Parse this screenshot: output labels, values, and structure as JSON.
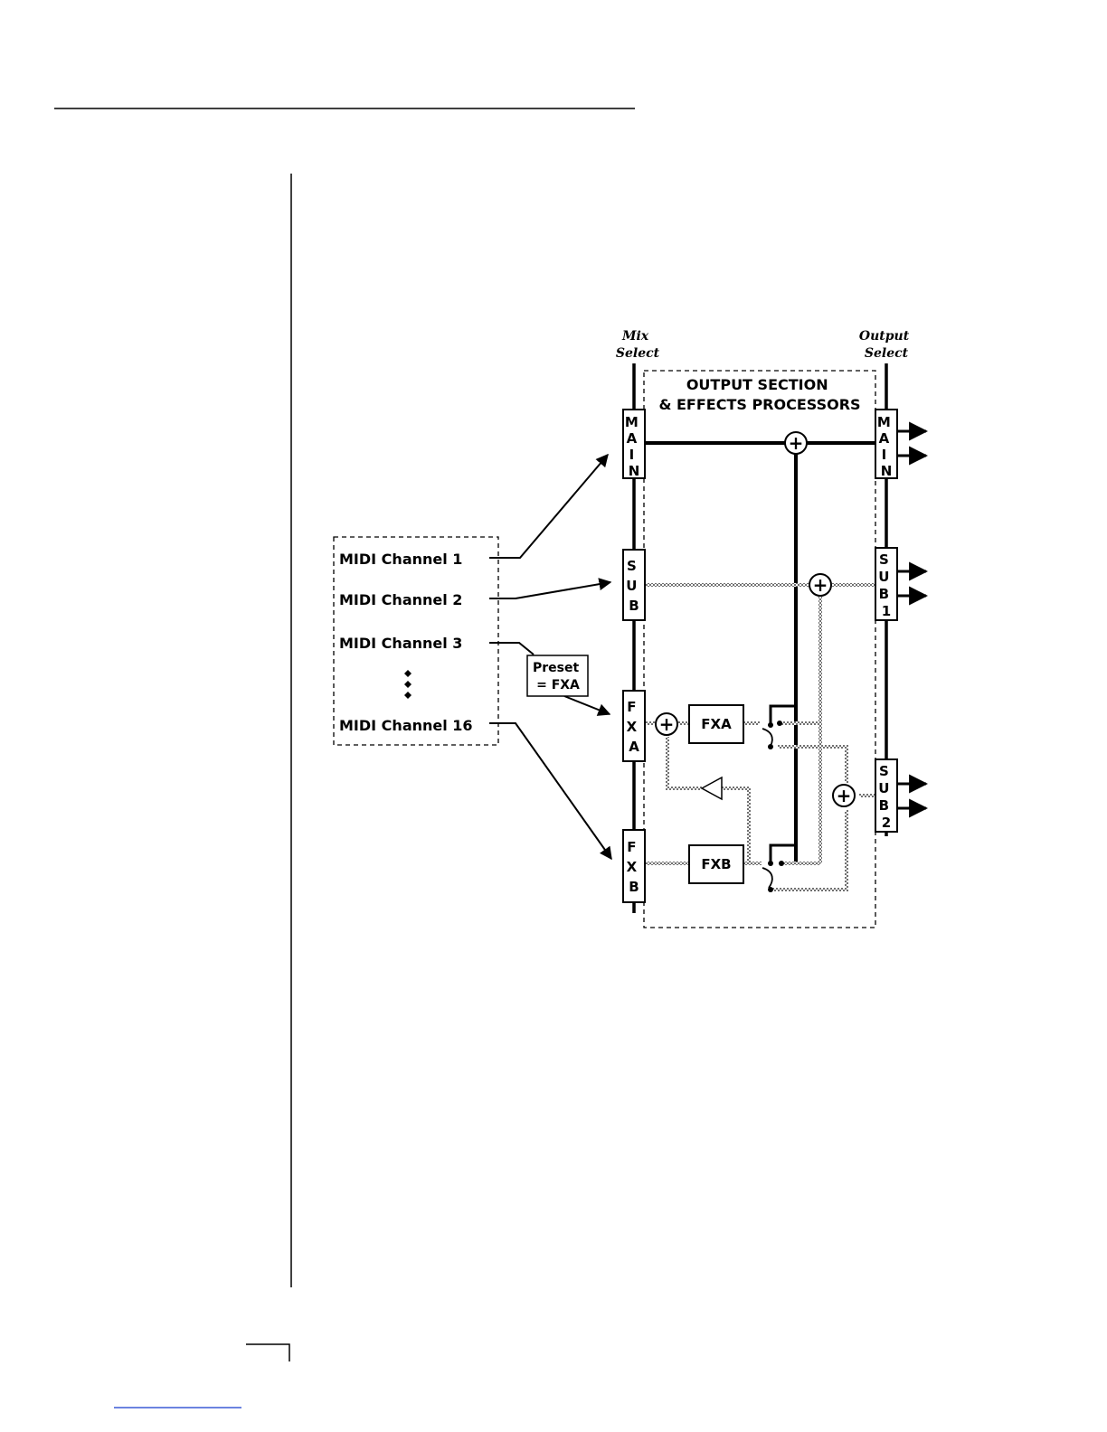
{
  "diagram": {
    "mix_select_label": [
      "Mix",
      "Select"
    ],
    "output_select_label": [
      "Output",
      "Select"
    ],
    "section_title": [
      "OUTPUT SECTION",
      "& EFFECTS PROCESSORS"
    ],
    "midi_channels": [
      "MIDI Channel 1",
      "MIDI Channel 2",
      "MIDI Channel 3",
      "MIDI Channel 16"
    ],
    "preset_box": [
      "Preset",
      "= FXA"
    ],
    "mix_buses": [
      {
        "id": "main",
        "letters": [
          "M",
          "A",
          "I",
          "N"
        ]
      },
      {
        "id": "sub",
        "letters": [
          "S",
          "U",
          "B"
        ]
      },
      {
        "id": "fxa",
        "letters": [
          "F",
          "X",
          "A"
        ]
      },
      {
        "id": "fxb",
        "letters": [
          "F",
          "X",
          "B"
        ]
      }
    ],
    "output_buses": [
      {
        "id": "main",
        "letters": [
          "M",
          "A",
          "I",
          "N"
        ]
      },
      {
        "id": "sub1",
        "letters": [
          "S",
          "U",
          "B",
          "1"
        ]
      },
      {
        "id": "sub2",
        "letters": [
          "S",
          "U",
          "B",
          "2"
        ]
      }
    ],
    "processors": [
      "FXA",
      "FXB"
    ],
    "summing_symbol": "+",
    "colors": {
      "line": "#000000",
      "wet_signal": "#8c8c8c",
      "background": "#ffffff"
    }
  }
}
